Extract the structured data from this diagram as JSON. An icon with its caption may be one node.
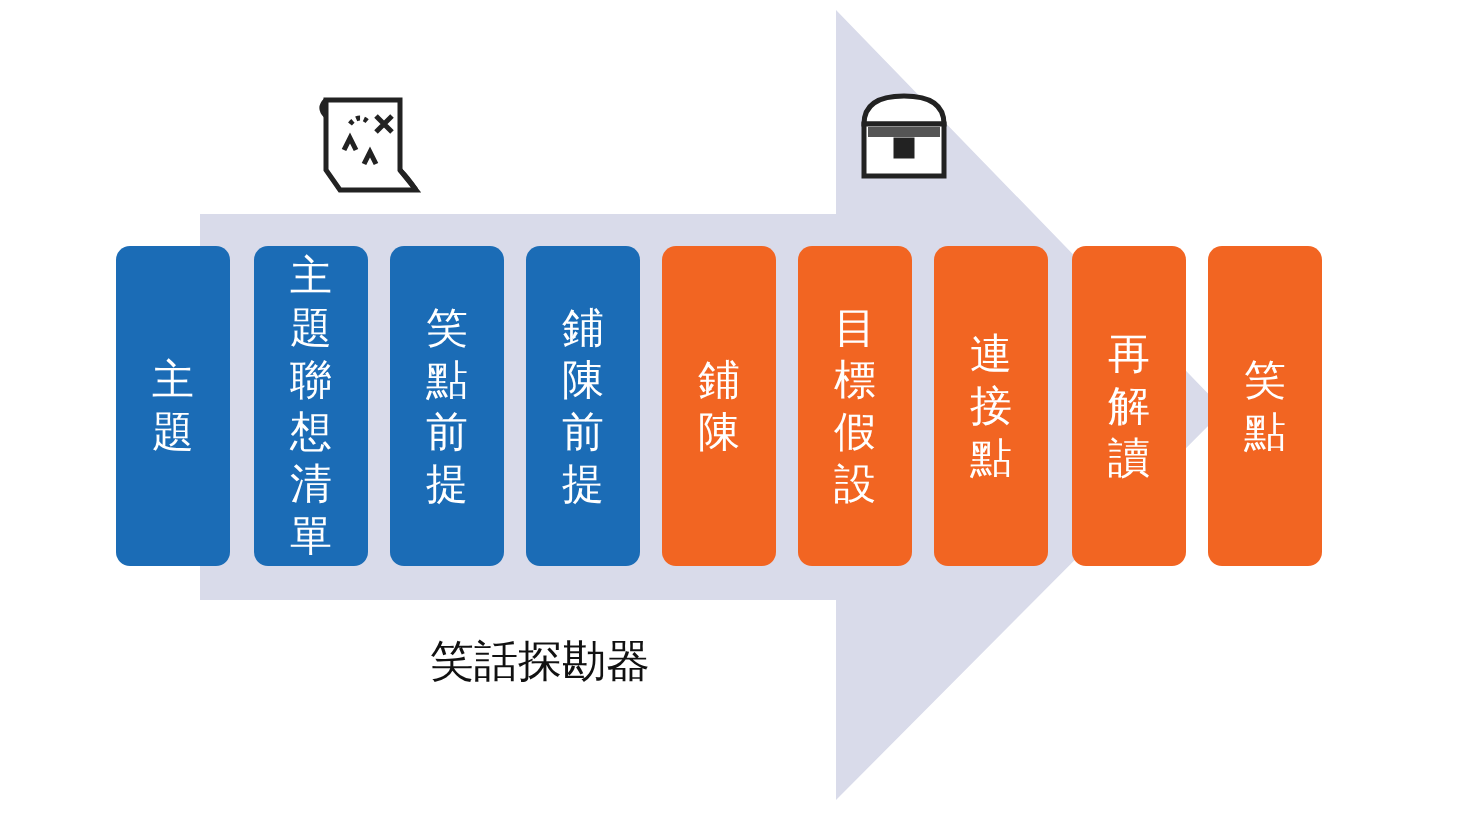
{
  "diagram": {
    "nodes": [
      {
        "text": [
          "主題"
        ]
      },
      {
        "text": [
          "主題聯想清單"
        ]
      },
      {
        "text": [
          "笑點前提"
        ]
      },
      {
        "text": [
          "鋪陳前提"
        ]
      },
      {
        "text": [
          "鋪陳"
        ]
      },
      {
        "text": [
          "目標假設"
        ]
      },
      {
        "text": [
          "連接點"
        ]
      },
      {
        "text": [
          "再解讀"
        ]
      },
      {
        "text": [
          "笑點"
        ]
      }
    ],
    "edges": [
      {
        "from": 0,
        "to": 8,
        "arrow": "to"
      }
    ],
    "labels": [
      "笑話探勘器"
    ]
  }
}
